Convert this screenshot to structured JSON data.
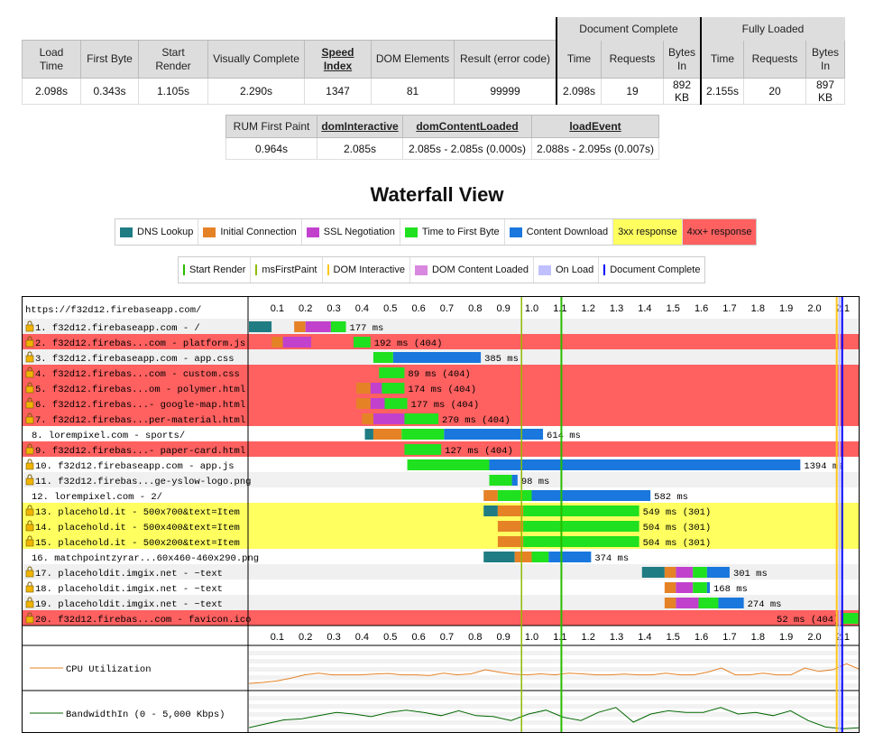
{
  "summary": {
    "group_doc": "Document Complete",
    "group_full": "Fully Loaded",
    "headers": [
      "Load Time",
      "First Byte",
      "Start Render",
      "Visually Complete",
      "Speed Index",
      "DOM Elements",
      "Result (error code)"
    ],
    "doc_headers": [
      "Time",
      "Requests",
      "Bytes In"
    ],
    "full_headers": [
      "Time",
      "Requests",
      "Bytes In"
    ],
    "values": [
      "2.098s",
      "0.343s",
      "1.105s",
      "2.290s",
      "1347",
      "81",
      "99999"
    ],
    "doc_values": [
      "2.098s",
      "19",
      "892 KB"
    ],
    "full_values": [
      "2.155s",
      "20",
      "897 KB"
    ]
  },
  "rum": {
    "headers": [
      "RUM First Paint",
      "domInteractive",
      "domContentLoaded",
      "loadEvent"
    ],
    "values": [
      "0.964s",
      "2.085s",
      "2.085s - 2.085s (0.000s)",
      "2.088s - 2.095s (0.007s)"
    ]
  },
  "waterfall_title": "Waterfall View",
  "legend1": [
    {
      "label": "DNS Lookup",
      "color": "#1f7c83"
    },
    {
      "label": "Initial Connection",
      "color": "#e58226"
    },
    {
      "label": "SSL Negotiation",
      "color": "#c141cd"
    },
    {
      "label": "Time to First Byte",
      "color": "#1fe11f"
    },
    {
      "label": "Content Download",
      "color": "#1977dd"
    },
    {
      "label": "3xx response",
      "color": "#ffff60"
    },
    {
      "label": "4xx+ response",
      "color": "#ff6060"
    }
  ],
  "legend2": [
    {
      "label": "Start Render",
      "color": "#28bc00"
    },
    {
      "label": "msFirstPaint",
      "color": "#8fbc00"
    },
    {
      "label": "DOM Interactive",
      "color": "#ffc61a"
    },
    {
      "label": "DOM Content Loaded",
      "color": "#d888df"
    },
    {
      "label": "On Load",
      "color": "#c0c0ff"
    },
    {
      "label": "Document Complete",
      "color": "#0000ff"
    }
  ],
  "page_url": "https://f32d12.firebaseapp.com/",
  "ticks": [
    "0.1",
    "0.2",
    "0.3",
    "0.4",
    "0.5",
    "0.6",
    "0.7",
    "0.8",
    "0.9",
    "1.0",
    "1.1",
    "1.2",
    "1.3",
    "1.4",
    "1.5",
    "1.6",
    "1.7",
    "1.8",
    "1.9",
    "2.0",
    "2.1"
  ],
  "requests": [
    {
      "label": "1. f32d12.firebaseapp.com - /",
      "status": "ok",
      "segs": [
        [
          0,
          0.08,
          "dns"
        ],
        [
          0.16,
          0.2,
          "conn"
        ],
        [
          0.2,
          0.29,
          "ssl"
        ],
        [
          0.29,
          0.343,
          "ttfb"
        ]
      ],
      "note": "177 ms"
    },
    {
      "label": "2. f32d12.firebas...com - platform.js",
      "status": "err",
      "segs": [
        [
          0.08,
          0.12,
          "conn"
        ],
        [
          0.12,
          0.22,
          "ssl"
        ],
        [
          0.37,
          0.43,
          "ttfb"
        ]
      ],
      "note": "192 ms (404)"
    },
    {
      "label": "3. f32d12.firebaseapp.com - app.css",
      "status": "ok",
      "segs": [
        [
          0.44,
          0.51,
          "ttfb"
        ],
        [
          0.51,
          0.82,
          "dl"
        ]
      ],
      "note": "385 ms"
    },
    {
      "label": "4. f32d12.firebas...com - custom.css",
      "status": "err",
      "segs": [
        [
          0.46,
          0.55,
          "ttfb"
        ]
      ],
      "note": "89 ms (404)"
    },
    {
      "label": "5. f32d12.firebas...om - polymer.html",
      "status": "err",
      "segs": [
        [
          0.38,
          0.43,
          "conn"
        ],
        [
          0.43,
          0.47,
          "ssl"
        ],
        [
          0.47,
          0.55,
          "ttfb"
        ]
      ],
      "note": "174 ms (404)"
    },
    {
      "label": "6. f32d12.firebas...- google-map.html",
      "status": "err",
      "segs": [
        [
          0.38,
          0.43,
          "conn"
        ],
        [
          0.43,
          0.48,
          "ssl"
        ],
        [
          0.48,
          0.56,
          "ttfb"
        ]
      ],
      "note": "177 ms (404)"
    },
    {
      "label": "7. f32d12.firebas...per-material.html",
      "status": "err",
      "segs": [
        [
          0.4,
          0.44,
          "conn"
        ],
        [
          0.44,
          0.55,
          "ssl"
        ],
        [
          0.55,
          0.67,
          "ttfb"
        ]
      ],
      "note": "270 ms (404)"
    },
    {
      "label": "8. lorempixel.com - sports/",
      "status": "ok",
      "segs": [
        [
          0.41,
          0.44,
          "dns"
        ],
        [
          0.44,
          0.54,
          "conn"
        ],
        [
          0.54,
          0.69,
          "ttfb"
        ],
        [
          0.69,
          1.04,
          "dl"
        ]
      ],
      "note": "614 ms"
    },
    {
      "label": "9. f32d12.firebas...- paper-card.html",
      "status": "err",
      "segs": [
        [
          0.55,
          0.68,
          "ttfb"
        ]
      ],
      "note": "127 ms (404)"
    },
    {
      "label": "10. f32d12.firebaseapp.com - app.js",
      "status": "ok",
      "segs": [
        [
          0.56,
          0.85,
          "ttfb"
        ],
        [
          0.85,
          1.95,
          "dl"
        ]
      ],
      "note": "1394 ms"
    },
    {
      "label": "11. f32d12.firebas...ge-yslow-logo.png",
      "status": "ok",
      "segs": [
        [
          0.85,
          0.93,
          "ttfb"
        ],
        [
          0.93,
          0.95,
          "dl"
        ]
      ],
      "note": "98 ms"
    },
    {
      "label": "12. lorempixel.com - 2/",
      "status": "ok",
      "segs": [
        [
          0.83,
          0.88,
          "conn"
        ],
        [
          0.88,
          1.0,
          "ttfb"
        ],
        [
          1.0,
          1.42,
          "dl"
        ]
      ],
      "note": "582 ms"
    },
    {
      "label": "13. placehold.it - 500x700&text=Item",
      "status": "redir",
      "segs": [
        [
          0.83,
          0.88,
          "dns"
        ],
        [
          0.88,
          0.97,
          "conn"
        ],
        [
          0.97,
          1.38,
          "ttfb"
        ]
      ],
      "note": "549 ms (301)"
    },
    {
      "label": "14. placehold.it - 500x400&text=Item",
      "status": "redir",
      "segs": [
        [
          0.88,
          0.97,
          "conn"
        ],
        [
          0.97,
          1.38,
          "ttfb"
        ]
      ],
      "note": "504 ms (301)"
    },
    {
      "label": "15. placehold.it - 500x200&text=Item",
      "status": "redir",
      "segs": [
        [
          0.88,
          0.97,
          "conn"
        ],
        [
          0.97,
          1.38,
          "ttfb"
        ]
      ],
      "note": "504 ms (301)"
    },
    {
      "label": "16. matchpointzyrar...60x460-460x290.png",
      "status": "ok",
      "segs": [
        [
          0.83,
          0.94,
          "dns"
        ],
        [
          0.94,
          1.0,
          "conn"
        ],
        [
          1.0,
          1.06,
          "ttfb"
        ],
        [
          1.06,
          1.21,
          "dl"
        ]
      ],
      "note": "374 ms"
    },
    {
      "label": "17. placeholdit.imgix.net - ~text",
      "status": "ok",
      "segs": [
        [
          1.39,
          1.47,
          "dns"
        ],
        [
          1.47,
          1.51,
          "conn"
        ],
        [
          1.51,
          1.57,
          "ssl"
        ],
        [
          1.57,
          1.62,
          "ttfb"
        ],
        [
          1.62,
          1.7,
          "dl"
        ]
      ],
      "note": "301 ms"
    },
    {
      "label": "18. placeholdit.imgix.net - ~text",
      "status": "ok",
      "segs": [
        [
          1.47,
          1.51,
          "conn"
        ],
        [
          1.51,
          1.57,
          "ssl"
        ],
        [
          1.57,
          1.62,
          "ttfb"
        ],
        [
          1.62,
          1.63,
          "dl"
        ]
      ],
      "note": "168 ms"
    },
    {
      "label": "19. placeholdit.imgix.net - ~text",
      "status": "ok",
      "segs": [
        [
          1.47,
          1.51,
          "conn"
        ],
        [
          1.51,
          1.59,
          "ssl"
        ],
        [
          1.59,
          1.66,
          "ttfb"
        ],
        [
          1.66,
          1.75,
          "dl"
        ]
      ],
      "note": "274 ms"
    },
    {
      "label": "20. f32d12.firebas...com - favicon.ico",
      "status": "err",
      "segs": [
        [
          2.1,
          2.155,
          "ttfb"
        ]
      ],
      "note": "52 ms (404)"
    }
  ],
  "markers": {
    "start_render": 1.105,
    "first_paint": 0.964,
    "dom_interactive": 2.085,
    "dom_content_loaded": 2.085,
    "on_load": 2.088,
    "document_complete": 2.098
  },
  "cpu_label": "CPU Utilization",
  "bw_label": "BandwidthIn (0 - 5,000 Kbps)",
  "cpu": [
    0.05,
    0.08,
    0.12,
    0.2,
    0.3,
    0.35,
    0.3,
    0.3,
    0.3,
    0.32,
    0.34,
    0.3,
    0.3,
    0.28,
    0.35,
    0.3,
    0.33,
    0.45,
    0.38,
    0.32,
    0.3,
    0.33,
    0.3,
    0.35,
    0.33,
    0.3,
    0.3,
    0.32,
    0.3,
    0.3,
    0.35,
    0.3,
    0.3,
    0.38,
    0.5,
    0.3,
    0.3,
    0.35,
    0.3,
    0.3,
    0.5,
    0.4,
    0.45,
    0.62,
    0.45
  ],
  "bw": [
    0.08,
    0.2,
    0.32,
    0.35,
    0.45,
    0.55,
    0.5,
    0.42,
    0.55,
    0.62,
    0.55,
    0.45,
    0.6,
    0.45,
    0.42,
    0.3,
    0.5,
    0.62,
    0.4,
    0.3,
    0.55,
    0.7,
    0.25,
    0.5,
    0.6,
    0.55,
    0.55,
    0.7,
    0.5,
    0.55,
    0.45,
    0.6,
    0.3,
    0.1,
    0.05,
    0.08
  ]
}
